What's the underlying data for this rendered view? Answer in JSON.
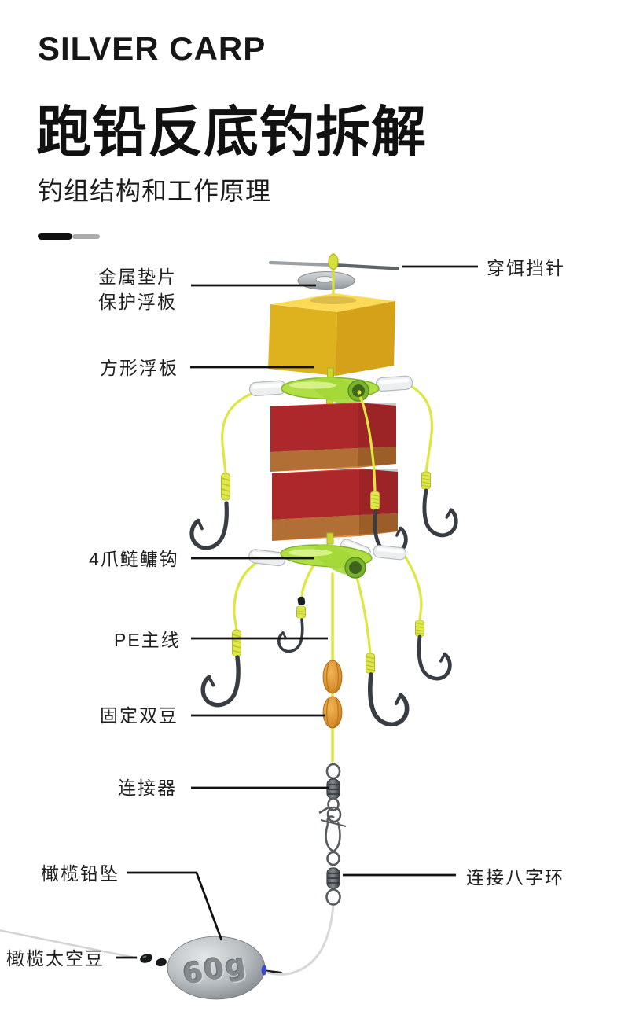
{
  "header": {
    "brand": "SILVER CARP",
    "title": "跑铅反底钓拆解",
    "subtitle": "钓组结构和工作原理"
  },
  "labels": {
    "washer_line1": "金属垫片",
    "washer_line2": "保护浮板",
    "bait_pin": "穿饵挡针",
    "square_float": "方形浮板",
    "four_claw_hook": "4爪鲢鳙钩",
    "pe_main_line": "PE主线",
    "fixed_double_beads": "固定双豆",
    "connector": "连接器",
    "olive_lead_sinker": "橄榄铅坠",
    "figure_eight_ring": "连接八字环",
    "olive_space_bean": "橄榄太空豆"
  },
  "sinker": {
    "weight_label": "60g"
  },
  "colors": {
    "float_yellow": "#f7c623",
    "foam_red": "#d93336",
    "foam_orange": "#df8c43",
    "connector_green": "#aede3e",
    "line_yellow": "#dce53d",
    "bead_amber": "#d98f2d",
    "lead_gray": "#b9bec1"
  }
}
